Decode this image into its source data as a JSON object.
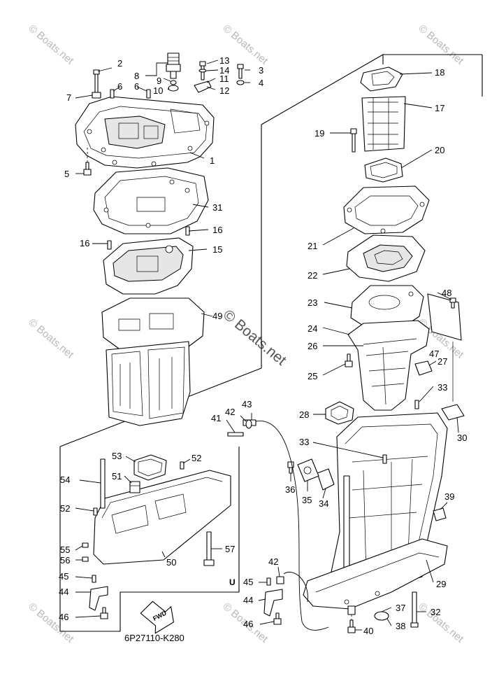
{
  "drawing_code": "6P27110-K280",
  "fwd_label": "FWD",
  "variant_mark": "U",
  "watermark": "© Boats.net",
  "labels": [
    "1",
    "2",
    "3",
    "4",
    "5",
    "6",
    "6",
    "7",
    "8",
    "9",
    "10",
    "11",
    "12",
    "13",
    "14",
    "15",
    "16",
    "16",
    "17",
    "18",
    "19",
    "20",
    "21",
    "22",
    "23",
    "24",
    "25",
    "26",
    "27",
    "28",
    "29",
    "30",
    "31",
    "32",
    "33",
    "33",
    "34",
    "35",
    "36",
    "37",
    "38",
    "39",
    "40",
    "41",
    "42",
    "42",
    "43",
    "44",
    "44",
    "45",
    "45",
    "46",
    "46",
    "47",
    "48",
    "49",
    "50",
    "51",
    "52",
    "52",
    "53",
    "54",
    "55",
    "56",
    "57"
  ]
}
